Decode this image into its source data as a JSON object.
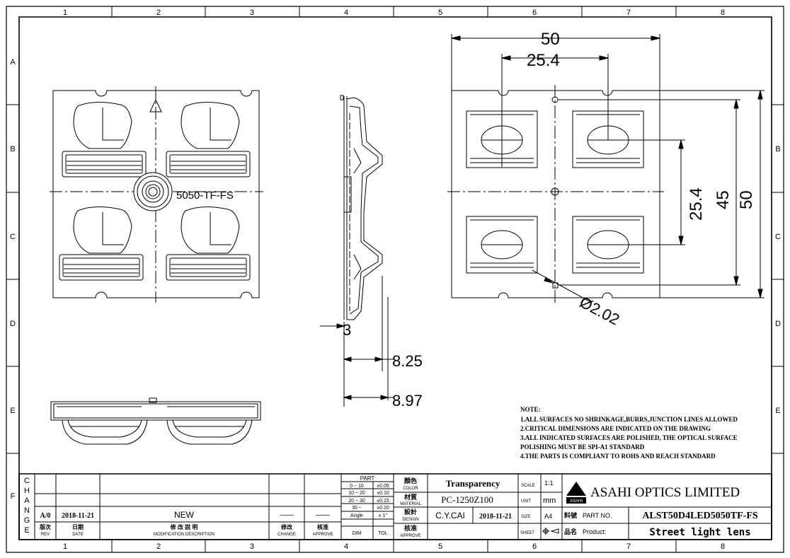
{
  "grid": {
    "cols": [
      "1",
      "2",
      "3",
      "4",
      "5",
      "6",
      "7",
      "8"
    ],
    "rows": [
      "A",
      "B",
      "C",
      "D",
      "E",
      "F"
    ]
  },
  "front_view": {
    "part_label": "5050-TF-FS"
  },
  "dimensions": {
    "width_overall": "50",
    "hole_pitch_x": "25.4",
    "hole_pitch_y": "25.4",
    "inner_height": "45",
    "height_overall": "50",
    "pin_diameter": "Ø2.02",
    "side_gap": "3",
    "depth_1": "8.25",
    "depth_2": "8.97"
  },
  "notes": {
    "title": "NOTE:",
    "lines": [
      "1.ALL SURFACES NO SHRINKAGE,BURRS,JUNCTION LINES ALLOWED",
      "2.CRITICAL DIMENSIONS ARE INDICATED ON THE DRAWING",
      "3.ALL INDICATED SURFACES ARE POLISHED, THE OPTICAL SURFACE",
      "POLISHING MUST BE SPI-A1 STANDARD",
      "4.THE PARTS IS COMPLIANT TO ROHS AND REACH STANDARD"
    ]
  },
  "title_block": {
    "change_letters": [
      "C",
      "H",
      "A",
      "N",
      "G",
      "E"
    ],
    "rev": "A/0",
    "rev_date": "2018-11-21",
    "modification": "NEW",
    "change_dash": "——",
    "approve_dash": "——",
    "hdr_rev_cn": "版次",
    "hdr_rev": "REV",
    "hdr_date_cn": "日期",
    "hdr_date": "DATE",
    "hdr_mod_cn": "修 改 說 明",
    "hdr_mod": "MODIFICATION DESCRIPTION",
    "hdr_change_cn": "修改",
    "hdr_change": "CHANGE",
    "hdr_approve_cn": "核准",
    "hdr_approve": "APPROVE",
    "tol_title": "PART",
    "tol_rows": [
      [
        "0 ~ 10",
        "±0.05"
      ],
      [
        "10 ~ 20",
        "±0.10"
      ],
      [
        "20 ~ 30",
        "±0.15"
      ],
      [
        "30 ~",
        "±0.20"
      ],
      [
        "Angle",
        "± 1°"
      ],
      [
        "DIM",
        "TOL"
      ]
    ],
    "color_cn": "顏色",
    "color_en": "COLOR",
    "color_val": "Transparency",
    "material_cn": "材質",
    "material_en": "MATERIAL",
    "material_val": "PC-1250Z100",
    "design_cn": "設計",
    "design_en": "DESIGN",
    "designer": "C.Y.CAI",
    "design_date": "2018-11-21",
    "approve_cn": "核准",
    "approve_en": "APPROVE",
    "scale_lbl": "SCALE",
    "scale": "1:1",
    "unit_lbl": "UNIT",
    "unit": "mm",
    "size_lbl": "SIZE",
    "size": "A4",
    "sheet_lbl": "SHEET",
    "company": "ASAHI OPTICS LIMITED",
    "logo_text": "ASAHI",
    "partno_cn": "料號",
    "partno_lbl": "PART NO.",
    "part_no": "ALST50D4LED5050TF-FS",
    "product_cn": "品名",
    "product_lbl": "Product:",
    "product": "Street light lens"
  }
}
